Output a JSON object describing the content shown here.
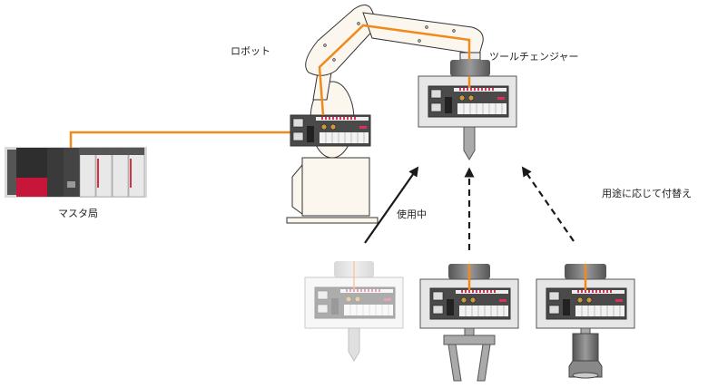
{
  "labels": {
    "master_station": "マスタ局",
    "robot": "ロボット",
    "tool_changer": "ツールチェンジャー",
    "in_use": "使用中",
    "swap_by_purpose": "用途に応じて付替え"
  },
  "colors": {
    "cable": "#f08a1c",
    "robot_body": "#fbf7ee",
    "outline": "#333333",
    "module_dark": "#4a4a4a",
    "plc_red": "#c8163a",
    "housing": "#e6e6e6",
    "arrow": "#1a1a1a"
  },
  "tools": [
    {
      "name": "probe-tool",
      "state": "in_use",
      "faded": true
    },
    {
      "name": "gripper-tool",
      "state": "standby",
      "faded": false
    },
    {
      "name": "vacuum-tool",
      "state": "standby",
      "faded": false
    }
  ],
  "arrows": [
    {
      "name": "in-use-arrow",
      "style": "solid"
    },
    {
      "name": "swap-arrow-center",
      "style": "dashed"
    },
    {
      "name": "swap-arrow-right",
      "style": "dashed"
    }
  ]
}
